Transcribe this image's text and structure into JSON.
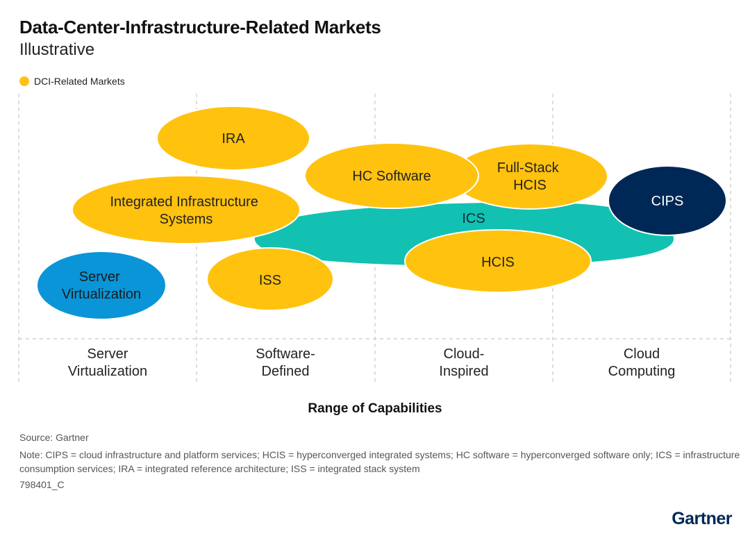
{
  "header": {
    "title": "Data-Center-Infrastructure-Related Markets",
    "subtitle": "Illustrative"
  },
  "legend": {
    "label": "DCI-Related Markets",
    "color": "#FFC20E"
  },
  "colors": {
    "yellow": "#FFC20E",
    "teal": "#12C1B1",
    "blue": "#0A95D8",
    "navy": "#002856",
    "grid": "#C8C8C8"
  },
  "categories": [
    {
      "line1": "Server",
      "line2": "Virtualization"
    },
    {
      "line1": "Software-",
      "line2": "Defined"
    },
    {
      "line1": "Cloud-",
      "line2": "Inspired"
    },
    {
      "line1": "Cloud",
      "line2": "Computing"
    }
  ],
  "bubbles": {
    "ira": {
      "lines": [
        "IRA"
      ]
    },
    "integrated": {
      "lines": [
        "Integrated Infrastructure",
        "Systems"
      ]
    },
    "server_virt": {
      "lines": [
        "Server",
        "Virtualization"
      ]
    },
    "iss": {
      "lines": [
        "ISS"
      ]
    },
    "ics": {
      "lines": [
        "ICS"
      ]
    },
    "hc_software": {
      "lines": [
        "HC Software"
      ]
    },
    "full_stack": {
      "lines": [
        "Full-Stack",
        "HCIS"
      ]
    },
    "hcis": {
      "lines": [
        "HCIS"
      ]
    },
    "cips": {
      "lines": [
        "CIPS"
      ]
    }
  },
  "xlabel": "Range of Capabilities",
  "footer": {
    "source": "Source: Gartner",
    "note": "Note: CIPS = cloud infrastructure and platform services; HCIS = hyperconverged integrated systems; HC software = hyperconverged software only; ICS = infrastructure consumption services; IRA = integrated reference architecture; ISS = integrated stack system",
    "doc_id": "798401_C",
    "logo": "Gartner"
  }
}
